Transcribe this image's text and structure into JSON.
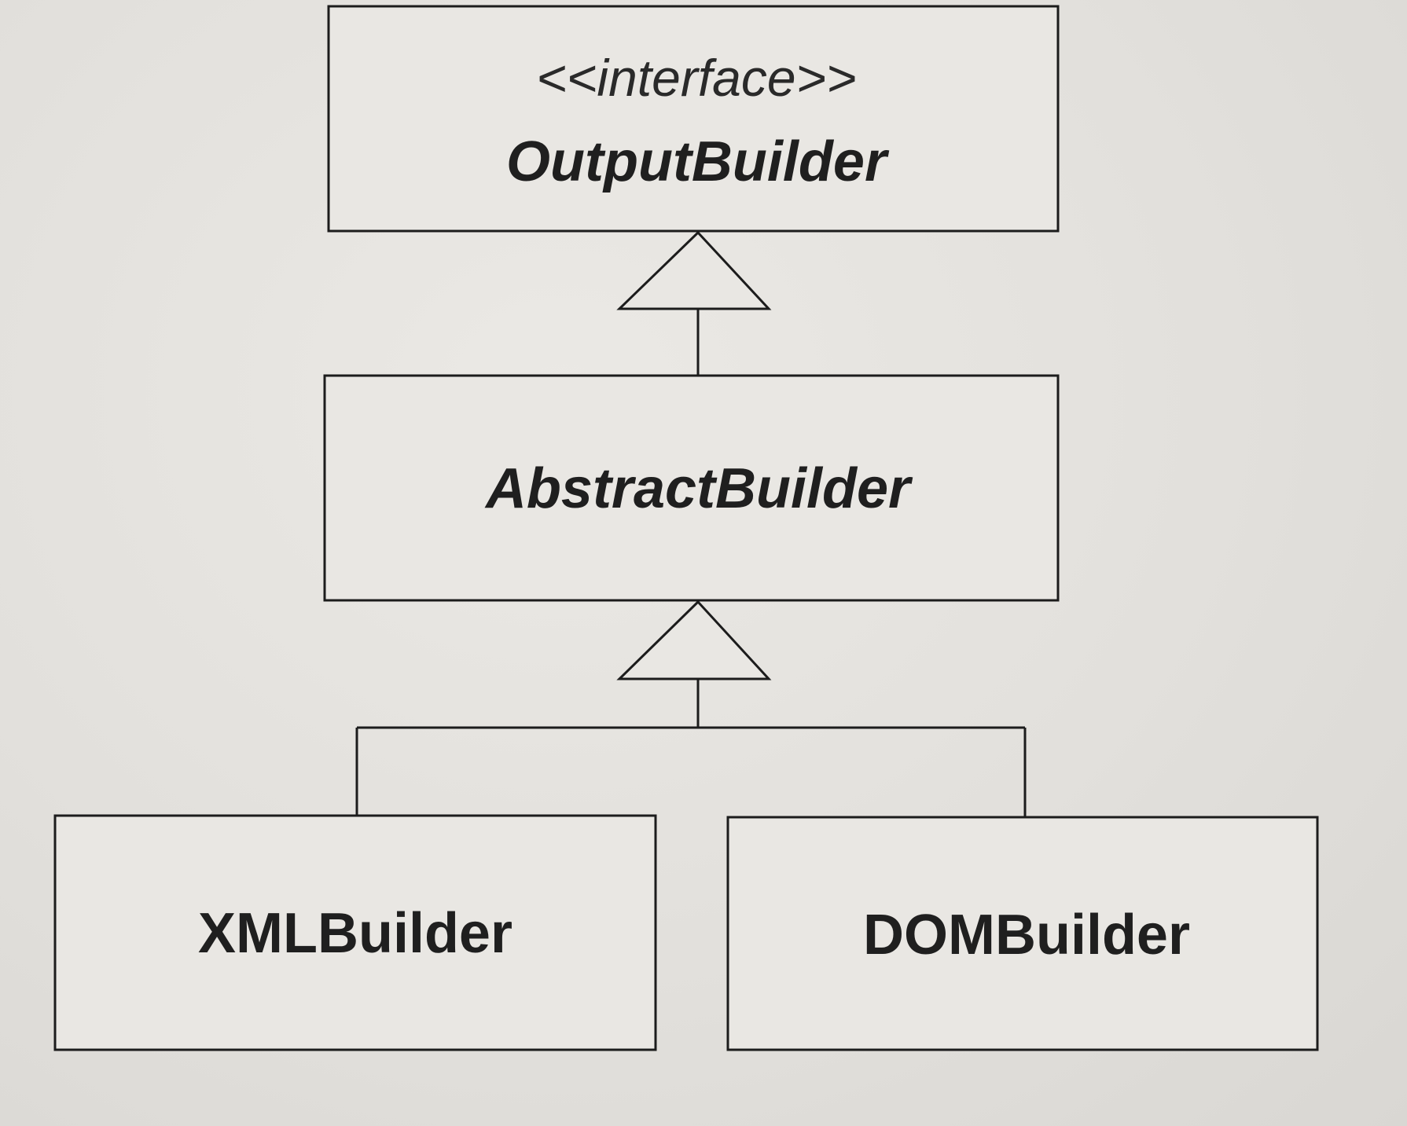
{
  "classes": {
    "output_builder": {
      "stereotype": "<<interface>>",
      "name": "OutputBuilder"
    },
    "abstract_builder": {
      "name": "AbstractBuilder"
    },
    "xml_builder": {
      "name": "XMLBuilder"
    },
    "dom_builder": {
      "name": "DOMBuilder"
    }
  },
  "relationships": [
    {
      "type": "realization",
      "from": "AbstractBuilder",
      "to": "OutputBuilder"
    },
    {
      "type": "generalization",
      "from": "XMLBuilder",
      "to": "AbstractBuilder"
    },
    {
      "type": "generalization",
      "from": "DOMBuilder",
      "to": "AbstractBuilder"
    }
  ]
}
